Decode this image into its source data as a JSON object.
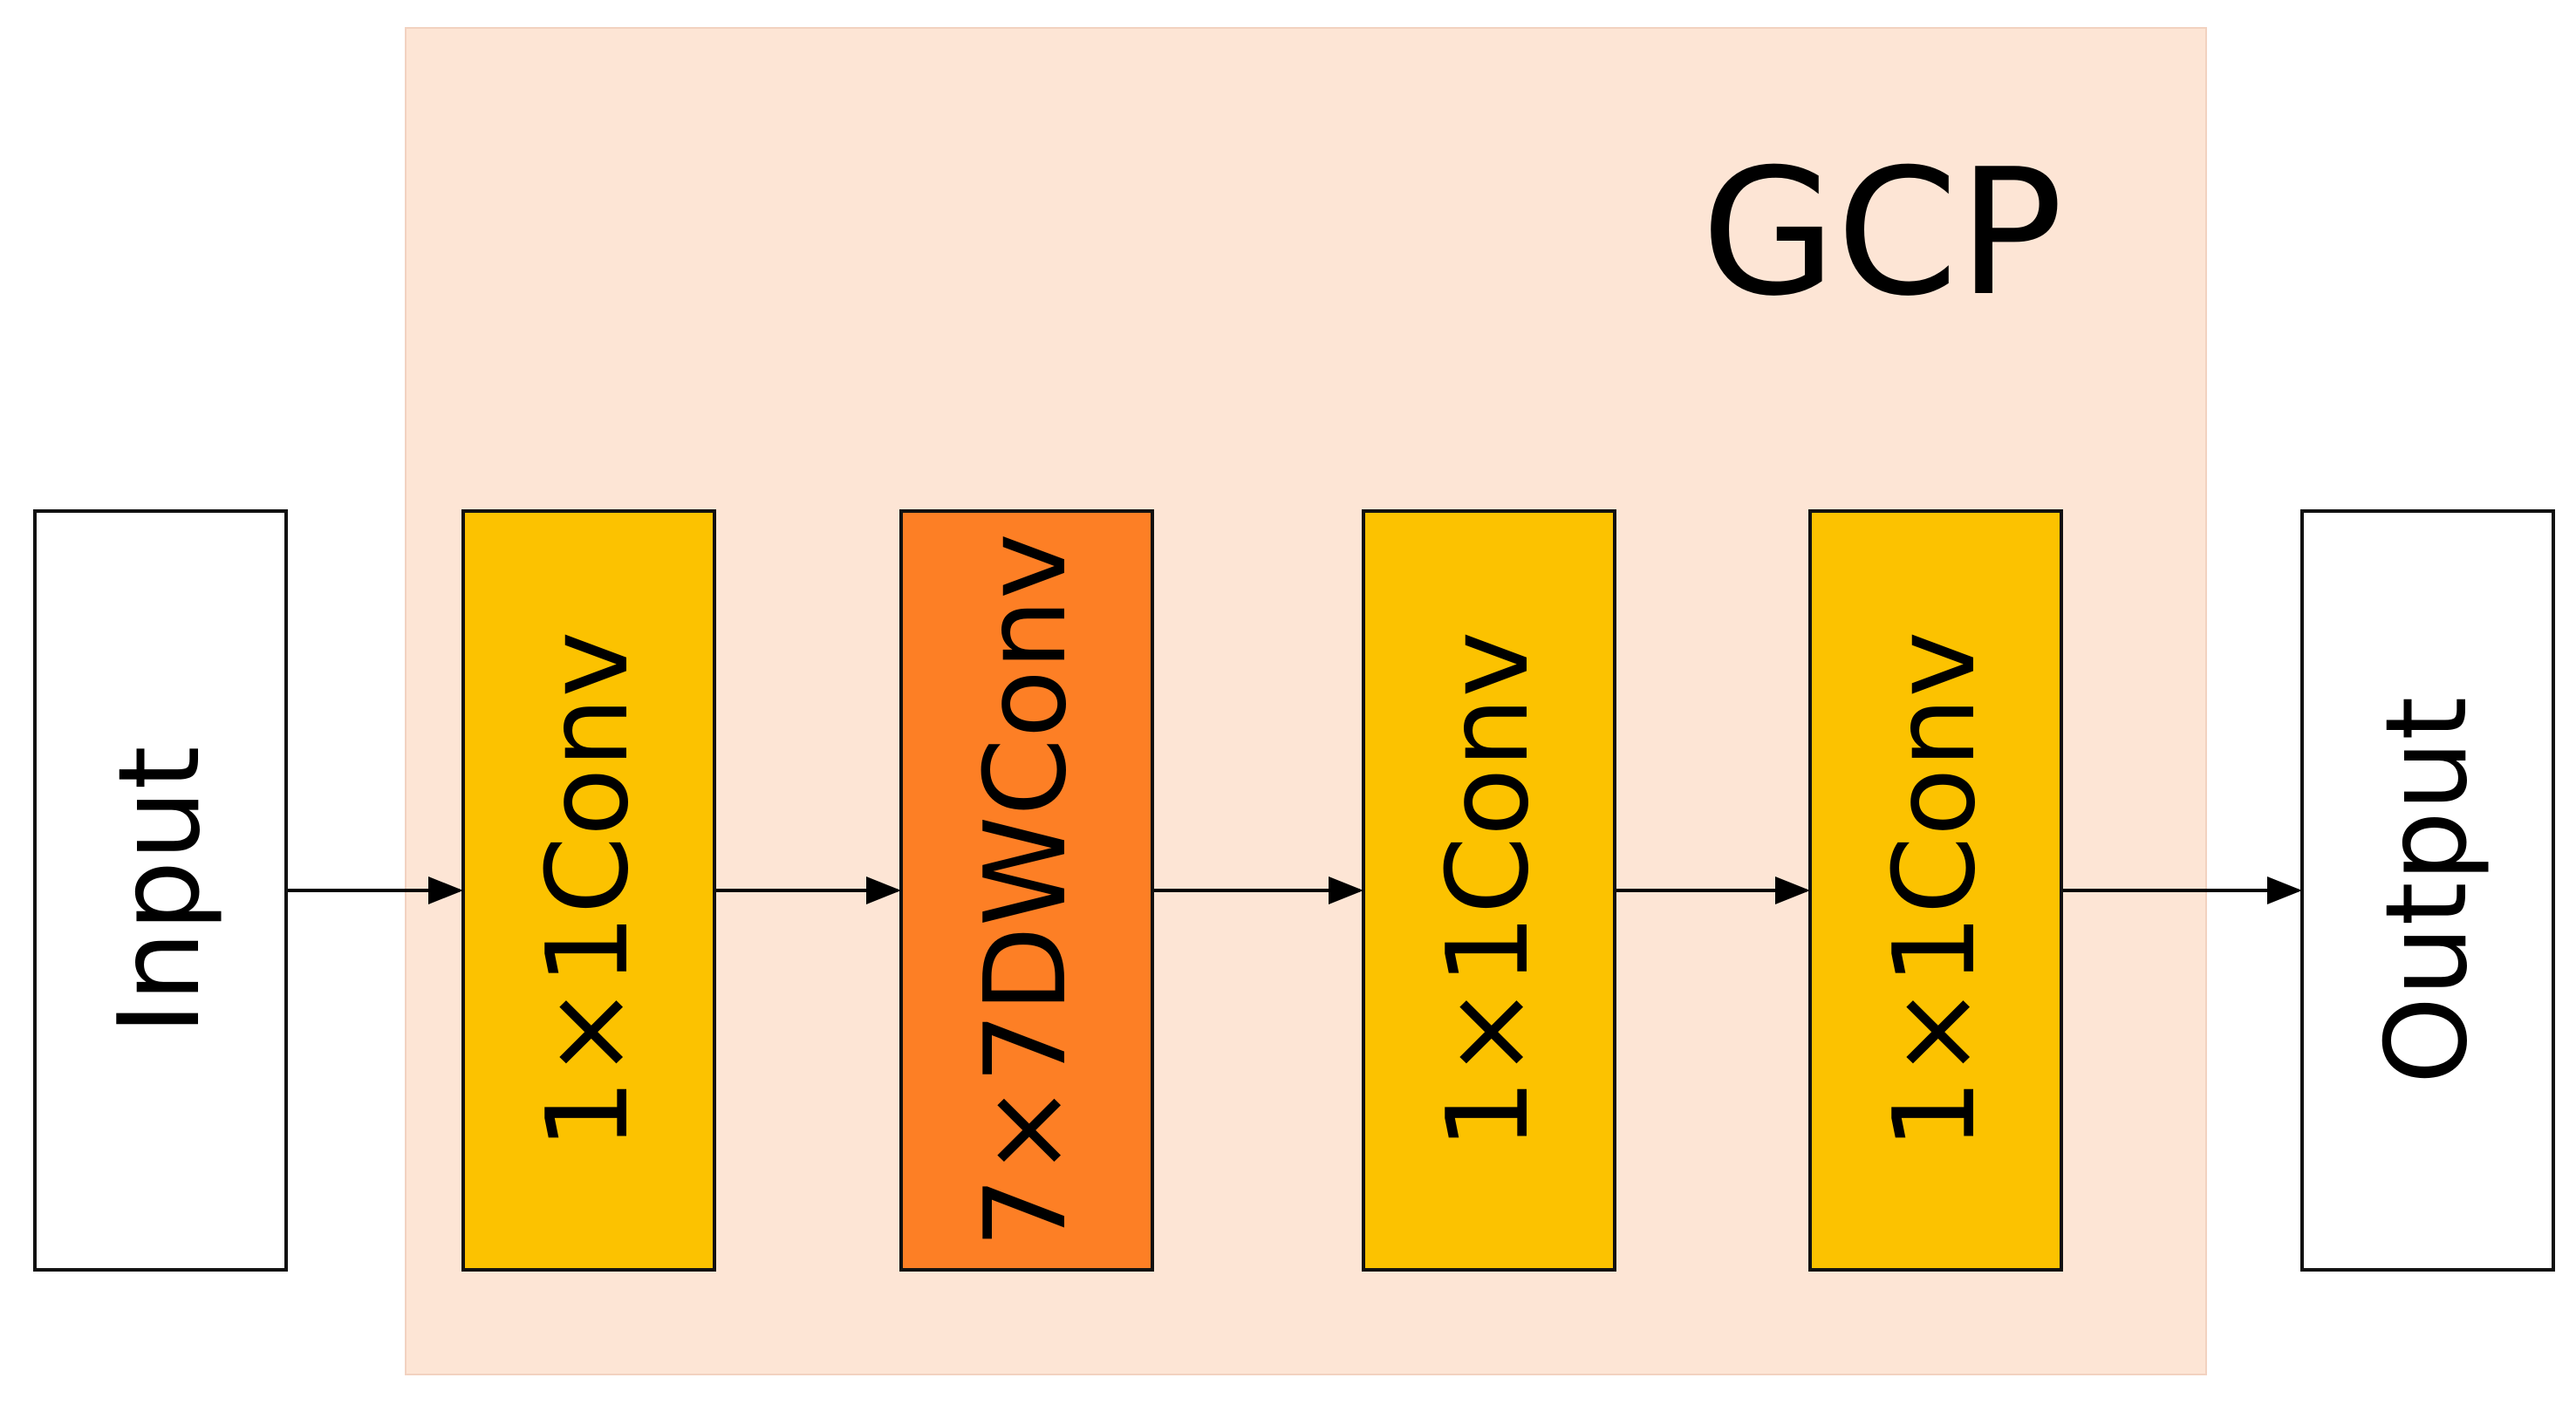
{
  "diagram": {
    "group": {
      "title": "GCP",
      "fill": "#fde5d5"
    },
    "blocks": [
      {
        "label": "Input",
        "fill": "#ffffff"
      },
      {
        "label": "1×1Conv",
        "fill": "#fcc200"
      },
      {
        "label": "7×7DWConv",
        "fill": "#fd7f25"
      },
      {
        "label": "1×1Conv",
        "fill": "#fcc200"
      },
      {
        "label": "1×1Conv",
        "fill": "#fcc200"
      },
      {
        "label": "Output",
        "fill": "#ffffff"
      }
    ],
    "edges": [
      {
        "from": "Input",
        "to": "1×1Conv"
      },
      {
        "from": "1×1Conv",
        "to": "7×7DWConv"
      },
      {
        "from": "7×7DWConv",
        "to": "1×1Conv"
      },
      {
        "from": "1×1Conv",
        "to": "1×1Conv"
      },
      {
        "from": "1×1Conv",
        "to": "Output"
      }
    ]
  }
}
